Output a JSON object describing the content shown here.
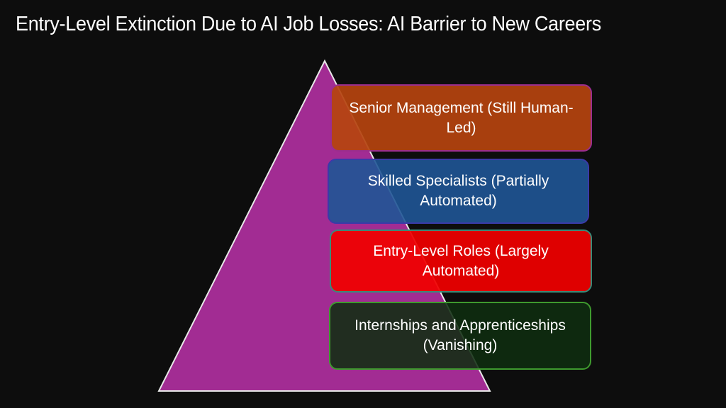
{
  "title": "Entry-Level Extinction Due to AI Job Losses: AI Barrier to New Careers",
  "pyramid": {
    "fill": "#A22C93",
    "stroke": "#E8E8E8",
    "apex": [
      458,
      86
    ],
    "base_left": [
      224,
      552
    ],
    "base_right": [
      691,
      552
    ]
  },
  "tiers": [
    {
      "label": "Senior Management (Still Human-Led)",
      "fill": "#B5440F",
      "border": "#9B2E8E"
    },
    {
      "label": "Skilled Specialists (Partially Automated)",
      "fill": "#1F5596",
      "border": "#3A3AA8"
    },
    {
      "label": "Entry-Level Roles (Largely Automated)",
      "fill": "#E60000",
      "border": "#3A8A78"
    },
    {
      "label": "Internships and Apprenticeships (Vanishing)",
      "fill": "#0F2E10",
      "border": "#3E9A2E"
    }
  ]
}
